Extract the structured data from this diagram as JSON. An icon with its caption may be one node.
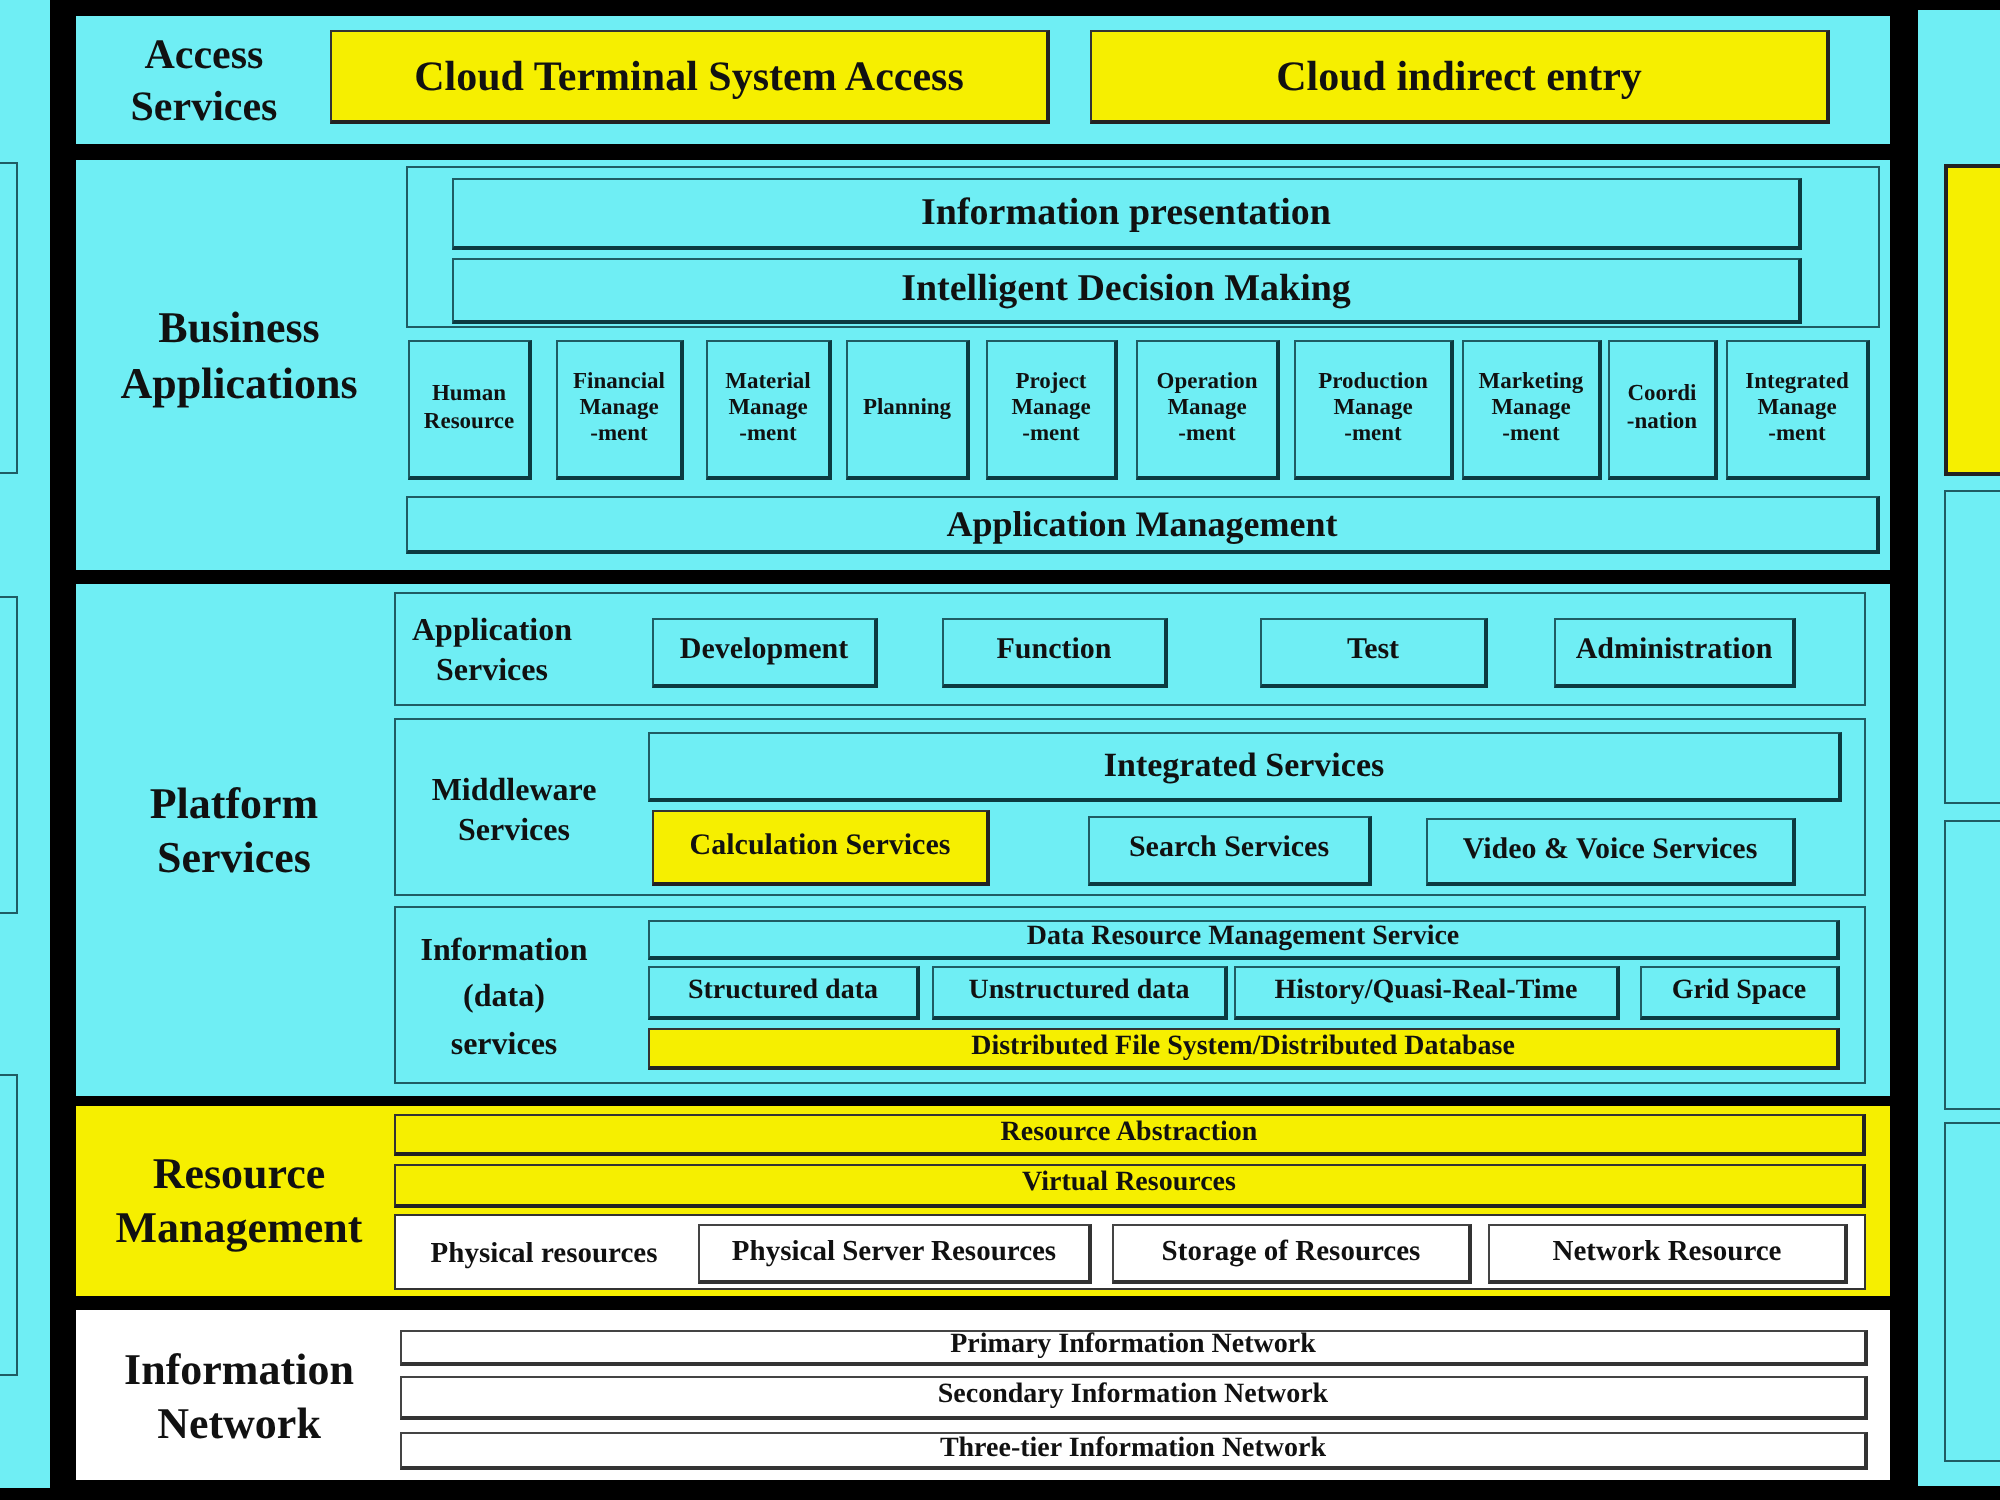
{
  "diagram": {
    "nodes": [
      {
        "text": [],
        "shape": "box"
      },
      {
        "text": [],
        "shape": "box",
        "in": 0
      },
      {
        "text": [],
        "shape": "box",
        "in": 0
      },
      {
        "text": [],
        "shape": "box",
        "in": 0
      },
      {
        "text": [
          "Access Services"
        ]
      },
      {
        "text": [
          "Cloud Terminal System Access"
        ],
        "in": 4
      },
      {
        "text": [
          "Cloud indirect entry"
        ],
        "in": 4
      },
      {
        "text": [
          "Business Applications"
        ]
      },
      {
        "text": [],
        "shape": "box",
        "in": 7
      },
      {
        "text": [
          "Information presentation"
        ],
        "in": 8
      },
      {
        "text": [
          "Intelligent Decision Making"
        ],
        "in": 8
      },
      {
        "text": [
          "Human Resource"
        ],
        "in": 7
      },
      {
        "text": [
          "Financial Manage -ment"
        ],
        "in": 7
      },
      {
        "text": [
          "Material Manage -ment"
        ],
        "in": 7
      },
      {
        "text": [
          "Planning"
        ],
        "in": 7
      },
      {
        "text": [
          "Project Manage -ment"
        ],
        "in": 7
      },
      {
        "text": [
          "Operation Manage -ment"
        ],
        "in": 7
      },
      {
        "text": [
          "Production Manage -ment"
        ],
        "in": 7
      },
      {
        "text": [
          "Marketing Manage -ment"
        ],
        "in": 7
      },
      {
        "text": [
          "Coordi -nation"
        ],
        "in": 7
      },
      {
        "text": [
          "Integrated Manage -ment"
        ],
        "in": 7
      },
      {
        "text": [
          "Application Management"
        ],
        "in": 7
      },
      {
        "text": [
          "Platform Services"
        ]
      },
      {
        "text": [
          "Application Services"
        ],
        "in": 22
      },
      {
        "text": [
          "Development"
        ],
        "in": 23
      },
      {
        "text": [
          "Function"
        ],
        "in": 23
      },
      {
        "text": [
          "Test"
        ],
        "in": 23
      },
      {
        "text": [
          "Administration"
        ],
        "in": 23
      },
      {
        "text": [
          "Middleware Services"
        ],
        "in": 22
      },
      {
        "text": [
          "Integrated Services"
        ],
        "in": 28
      },
      {
        "text": [
          "Calculation Services"
        ],
        "in": 28
      },
      {
        "text": [
          "Search Services"
        ],
        "in": 28
      },
      {
        "text": [
          "Video & Voice Services"
        ],
        "in": 28
      },
      {
        "text": [
          "Information (data) services"
        ],
        "in": 22
      },
      {
        "text": [
          "Data Resource Management Service"
        ],
        "in": 33
      },
      {
        "text": [
          "Structured data"
        ],
        "in": 33
      },
      {
        "text": [
          "Unstructured data"
        ],
        "in": 33
      },
      {
        "text": [
          "History/Quasi-Real-Time"
        ],
        "in": 33
      },
      {
        "text": [
          "Grid Space"
        ],
        "in": 33
      },
      {
        "text": [
          "Distributed File System/Distributed Database"
        ],
        "in": 33
      },
      {
        "text": [
          "Resource Management"
        ]
      },
      {
        "text": [
          "Resource Abstraction"
        ],
        "in": 40
      },
      {
        "text": [
          "Virtual Resources"
        ],
        "in": 40
      },
      {
        "text": [
          "Physical resources"
        ],
        "in": 40
      },
      {
        "text": [
          "Physical Server Resources"
        ],
        "in": 43
      },
      {
        "text": [
          "Storage of Resources"
        ],
        "in": 43
      },
      {
        "text": [
          "Network Resource"
        ],
        "in": 43
      },
      {
        "text": [
          "Information Network"
        ]
      },
      {
        "text": [
          "Primary Information Network"
        ],
        "in": 47
      },
      {
        "text": [
          "Secondary Information Network"
        ],
        "in": 47
      },
      {
        "text": [
          "Three-tier Information Network"
        ],
        "in": 47
      },
      {
        "text": [],
        "shape": "box"
      },
      {
        "text": [],
        "shape": "box",
        "in": 51
      },
      {
        "text": [],
        "shape": "box",
        "in": 51
      },
      {
        "text": [],
        "shape": "box",
        "in": 51
      },
      {
        "text": [],
        "shape": "box",
        "in": 51
      }
    ]
  }
}
